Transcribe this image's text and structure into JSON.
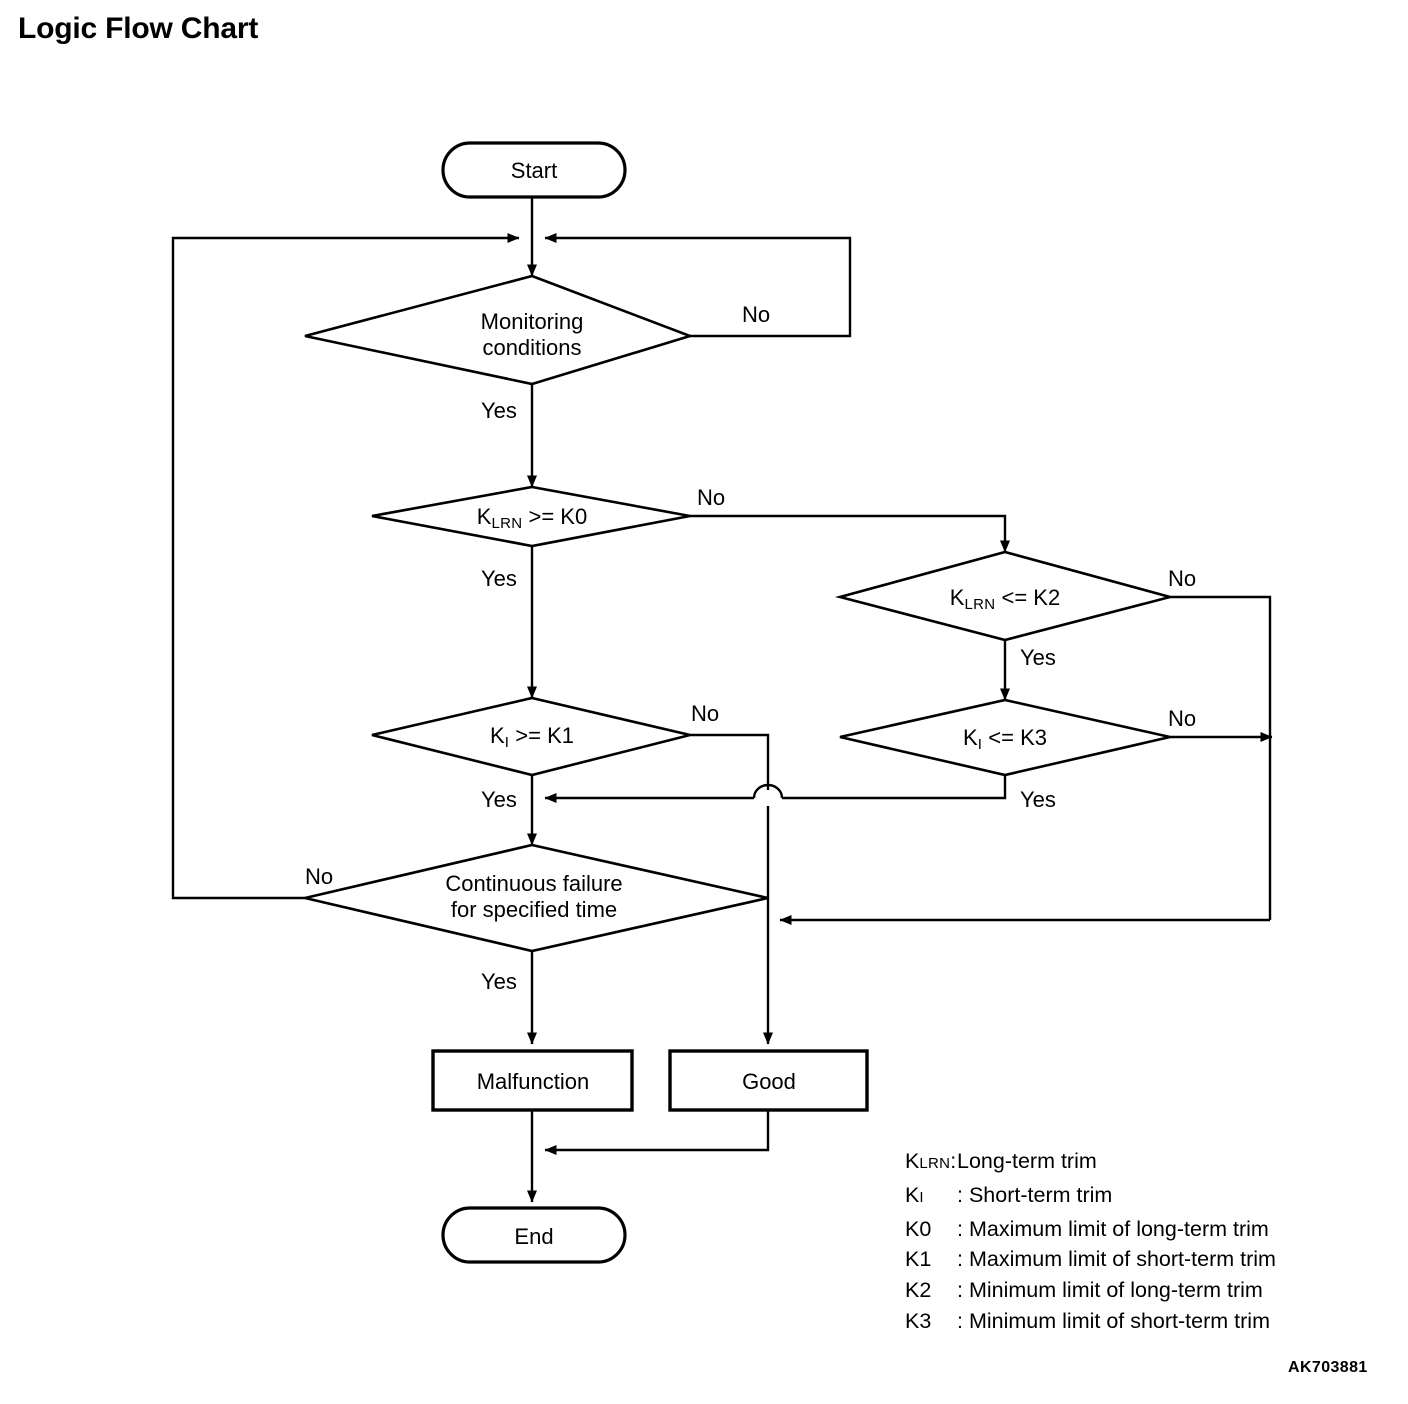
{
  "title": "Logic Flow Chart",
  "code": "AK703881",
  "chart_data": {
    "type": "diagram",
    "title": "Logic Flow Chart",
    "diagram_kind": "flowchart",
    "nodes": [
      {
        "id": "start",
        "shape": "terminator",
        "label": "Start"
      },
      {
        "id": "monitor",
        "shape": "decision",
        "label_line1": "Monitoring",
        "label_line2": "conditions"
      },
      {
        "id": "klrn_k0",
        "shape": "decision",
        "label_pre": "K",
        "label_sub": "LRN",
        "label_post": " >= K0"
      },
      {
        "id": "ki_k1",
        "shape": "decision",
        "label_pre": "K",
        "label_sub": "I",
        "label_post": " >= K1"
      },
      {
        "id": "klrn_k2",
        "shape": "decision",
        "label_pre": "K",
        "label_sub": "LRN",
        "label_post": " <= K2"
      },
      {
        "id": "ki_k3",
        "shape": "decision",
        "label_pre": "K",
        "label_sub": "I",
        "label_post": " <= K3"
      },
      {
        "id": "contfail",
        "shape": "decision",
        "label_line1": "Continuous failure",
        "label_line2": "for specified time"
      },
      {
        "id": "malfunction",
        "shape": "process",
        "label": "Malfunction"
      },
      {
        "id": "good",
        "shape": "process",
        "label": "Good"
      },
      {
        "id": "end",
        "shape": "terminator",
        "label": "End"
      }
    ],
    "edges": [
      {
        "from": "start",
        "to": "monitor",
        "label": ""
      },
      {
        "from": "monitor",
        "to": "monitor",
        "label": "No"
      },
      {
        "from": "monitor",
        "to": "klrn_k0",
        "label": "Yes"
      },
      {
        "from": "klrn_k0",
        "to": "klrn_k2",
        "label": "No"
      },
      {
        "from": "klrn_k0",
        "to": "ki_k1",
        "label": "Yes"
      },
      {
        "from": "ki_k1",
        "to": "good",
        "label": "No"
      },
      {
        "from": "ki_k1",
        "to": "contfail",
        "label": "Yes"
      },
      {
        "from": "klrn_k2",
        "to": "contfail_join",
        "label": "No"
      },
      {
        "from": "klrn_k2",
        "to": "ki_k3",
        "label": "Yes"
      },
      {
        "from": "ki_k3",
        "to": "contfail_join",
        "label": "No"
      },
      {
        "from": "ki_k3",
        "to": "ki_k1_yes",
        "label": "Yes"
      },
      {
        "from": "contfail",
        "to": "monitor",
        "label": "No"
      },
      {
        "from": "contfail",
        "to": "malfunction",
        "label": "Yes"
      },
      {
        "from": "malfunction",
        "to": "end",
        "label": ""
      },
      {
        "from": "good",
        "to": "end",
        "label": ""
      }
    ],
    "branch_labels": {
      "monitor_no": "No",
      "monitor_yes": "Yes",
      "klrn_k0_no": "No",
      "klrn_k0_yes": "Yes",
      "ki_k1_no": "No",
      "ki_k1_yes": "Yes",
      "klrn_k2_no": "No",
      "klrn_k2_yes": "Yes",
      "ki_k3_no": "No",
      "ki_k3_yes": "Yes",
      "contfail_no": "No",
      "contfail_yes": "Yes"
    }
  },
  "legend": [
    {
      "symbol": "K",
      "symbol_sub": "LRN",
      "sep": ":",
      "text": "Long-term trim"
    },
    {
      "symbol": "K",
      "symbol_sub": "I",
      "sep": ":",
      "text": "Short-term trim"
    },
    {
      "symbol": "K0",
      "symbol_sub": "",
      "sep": ":",
      "text": "Maximum limit of long-term trim"
    },
    {
      "symbol": "K1",
      "symbol_sub": "",
      "sep": ":",
      "text": "Maximum limit of short-term trim"
    },
    {
      "symbol": "K2",
      "symbol_sub": "",
      "sep": ":",
      "text": "Minimum limit of long-term trim"
    },
    {
      "symbol": "K3",
      "symbol_sub": "",
      "sep": ":",
      "text": "Minimum limit of short-term trim"
    }
  ]
}
